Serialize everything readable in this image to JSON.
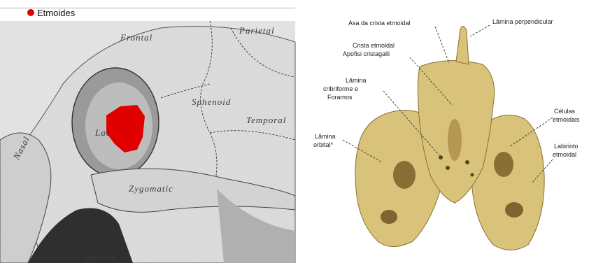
{
  "legend": {
    "marker_color": "#e00000",
    "title": "Etmoides"
  },
  "skull_view": {
    "bone_labels": {
      "frontal": "Frontal",
      "parietal": "Parietal",
      "sphenoid": "Sphenoid",
      "temporal": "Temporal",
      "nasal": "Nasal",
      "lacrimal": "Lac",
      "zygomatic": "Zygomatic",
      "maxilla": "Maxilla"
    },
    "highlight_color": "#e00000"
  },
  "ethmoid_view": {
    "bone_color": "#d9c27a",
    "labels": {
      "asa_crista": "Asa da crista etmoidal",
      "lamina_perpendicular": "Lâmina perpendicular",
      "crista_line1": "Crista etmoidal",
      "crista_line2": "Apofisi cristagalli",
      "cribriforme_line1": "Lâmina",
      "cribriforme_line2": "cribriforme e",
      "cribriforme_line3": "Foramos",
      "celulas_line1": "Células",
      "celulas_line2": "etmoidais",
      "orbital_line1": "Lâmina",
      "orbital_line2": "orbital*",
      "labirinto_line1": "Labirinto",
      "labirinto_line2": "etmoidal"
    }
  }
}
